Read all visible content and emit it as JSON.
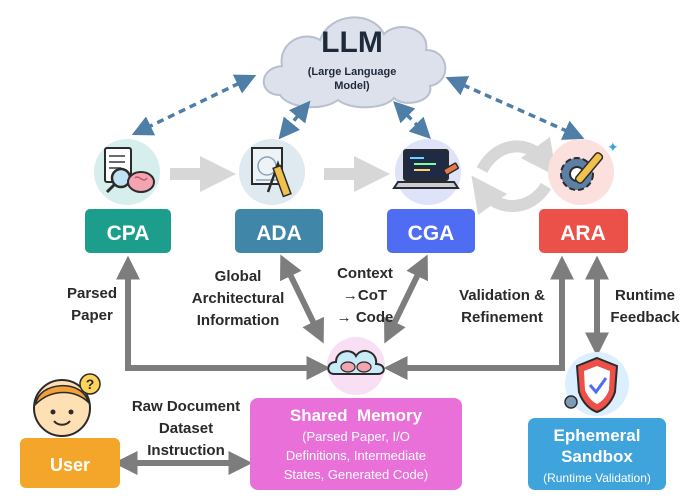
{
  "llm": {
    "title": "LLM",
    "subtitle_line1": "(Large Language",
    "subtitle_line2": "Model)"
  },
  "agents": {
    "cpa": {
      "label": "CPA",
      "color": "#1d9e8c",
      "icon": "paper-magnifier-brain-icon"
    },
    "ada": {
      "label": "ADA",
      "color": "#3f86a8",
      "icon": "blueprint-ruler-icon"
    },
    "cga": {
      "label": "CGA",
      "color": "#4f6df2",
      "icon": "laptop-code-icon"
    },
    "ara": {
      "label": "ARA",
      "color": "#ec5149",
      "icon": "gear-wrench-icon"
    }
  },
  "labels": {
    "parsed_paper_1": "Parsed",
    "parsed_paper_2": "Paper",
    "global_1": "Global",
    "global_2": "Architectural",
    "global_3": "Information",
    "context_1": "Context",
    "context_2": "→CoT",
    "context_3": "→ Code",
    "validation_1": "Validation &",
    "validation_2": "Refinement",
    "runtime_1": "Runtime",
    "runtime_2": "Feedback",
    "raw_1": "Raw Document",
    "raw_2": "Dataset",
    "raw_3": "Instruction"
  },
  "shared_memory": {
    "title": "Shared  Memory",
    "line1": "(Parsed Paper, I/O",
    "line2": "Definitions, Intermediate",
    "line3": "States, Generated Code)",
    "color": "#e870d8",
    "icon": "cloud-brains-icon"
  },
  "user": {
    "label": "User",
    "color": "#f4a62a",
    "icon": "user-question-icon"
  },
  "sandbox": {
    "title1": "Ephemeral",
    "title2": "Sandbox",
    "subtitle": "(Runtime Validation)",
    "color": "#3fa3dc",
    "icon": "shield-check-icon"
  }
}
